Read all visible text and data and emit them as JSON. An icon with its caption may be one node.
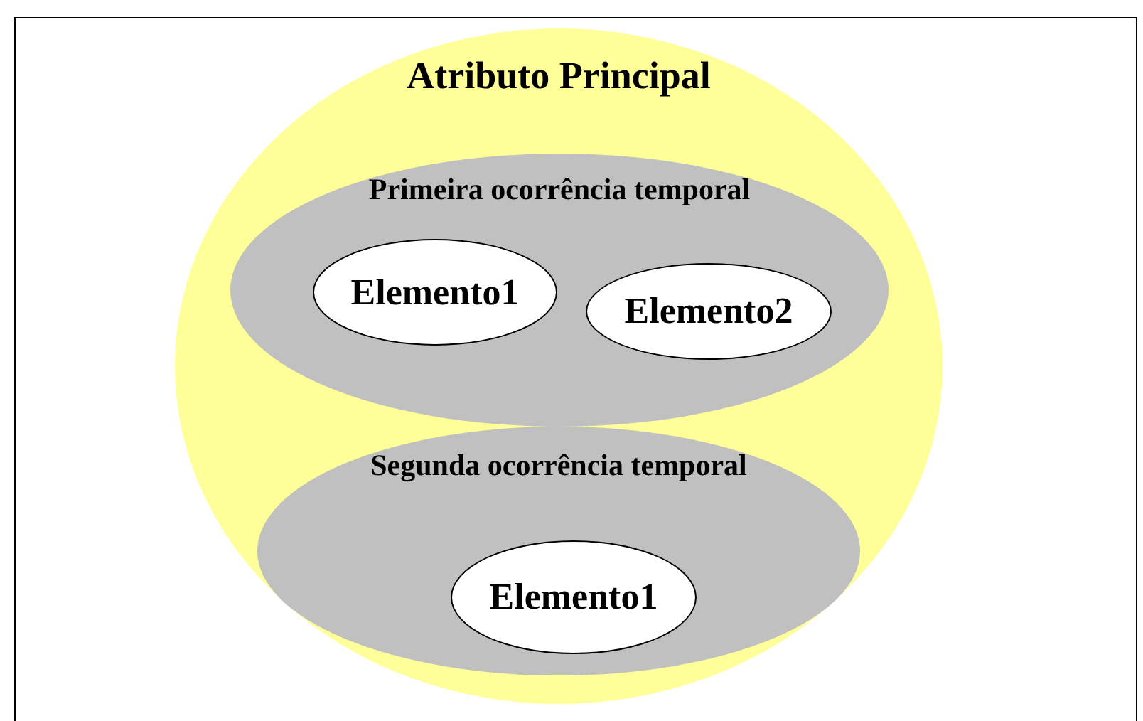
{
  "diagram": {
    "nodes": [
      {
        "text": [
          "Atributo Principal"
        ]
      },
      {
        "text": [
          "Primeira ocorrência temporal"
        ],
        "in": 0
      },
      {
        "text": [
          "Elemento1"
        ],
        "in": 1
      },
      {
        "text": [
          "Elemento2"
        ],
        "in": 1
      },
      {
        "text": [
          "Segunda ocorrência temporal"
        ],
        "in": 0
      },
      {
        "text": [
          "Elemento1"
        ],
        "in": 4
      }
    ]
  }
}
